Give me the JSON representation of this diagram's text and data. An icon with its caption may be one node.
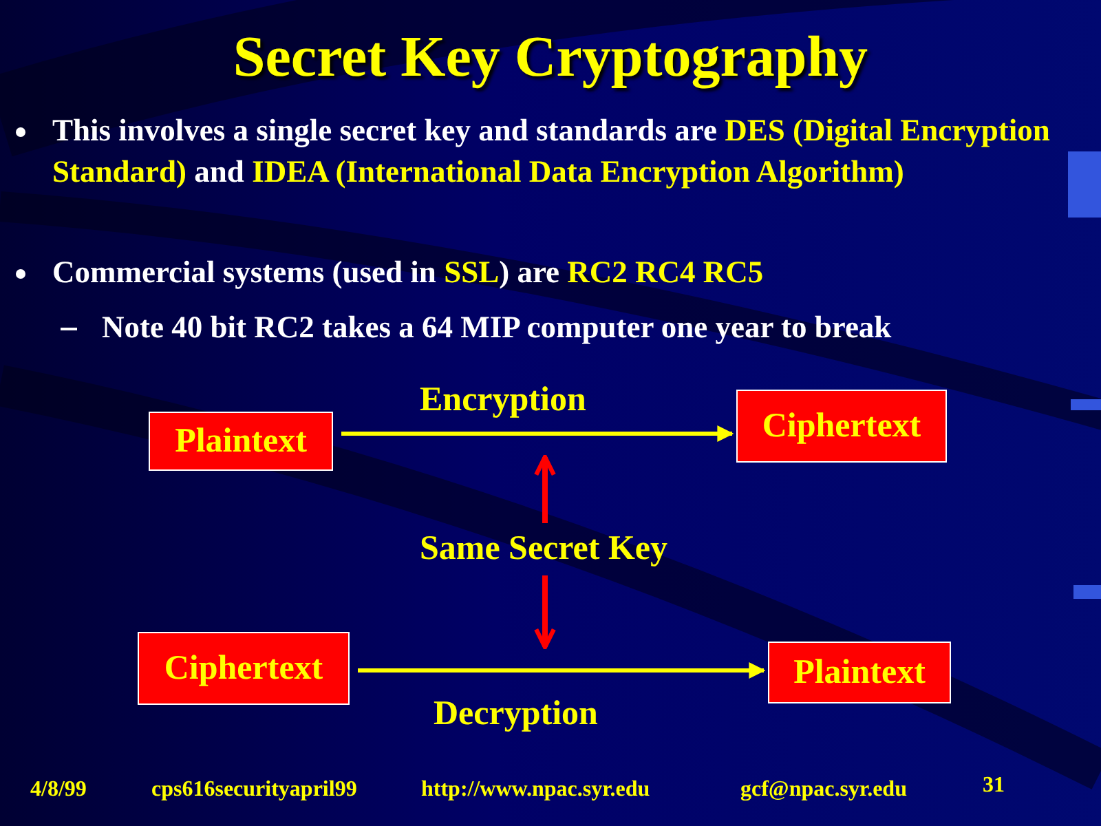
{
  "diagram": {
    "title": "Secret Key Cryptography",
    "nodes": [
      {
        "text": [
          "Plaintext"
        ]
      },
      {
        "text": [
          "Ciphertext"
        ]
      },
      {
        "text": [
          "Same Secret Key"
        ]
      },
      {
        "text": [
          "Ciphertext"
        ]
      },
      {
        "text": [
          "Plaintext"
        ]
      }
    ],
    "edges": [
      {
        "from": 0,
        "to": 1,
        "arrow": "to",
        "label": "Encryption",
        "color": "#ffff00"
      },
      {
        "from": 2,
        "to": null,
        "arrow": "to",
        "color": "#ff0000"
      },
      {
        "from": 2,
        "to": null,
        "arrow": "to",
        "color": "#ff0000"
      },
      {
        "from": 3,
        "to": 4,
        "arrow": "to",
        "label": "Decryption",
        "color": "#ffff00"
      }
    ],
    "labels": [
      "This involves a single secret key and standards are **DES (Digital Encryption Standard)** and **IDEA (International Data Encryption Algorithm)**",
      "Commercial systems (used in **SSL**) are **RC2 RC4 RC5**",
      "Note 40 bit RC2 takes a 64 MIP computer one year to break",
      "4/8/99",
      "cps616securityapril99",
      "http://www.npac.syr.edu",
      "gcf@npac.syr.edu",
      "31"
    ]
  }
}
